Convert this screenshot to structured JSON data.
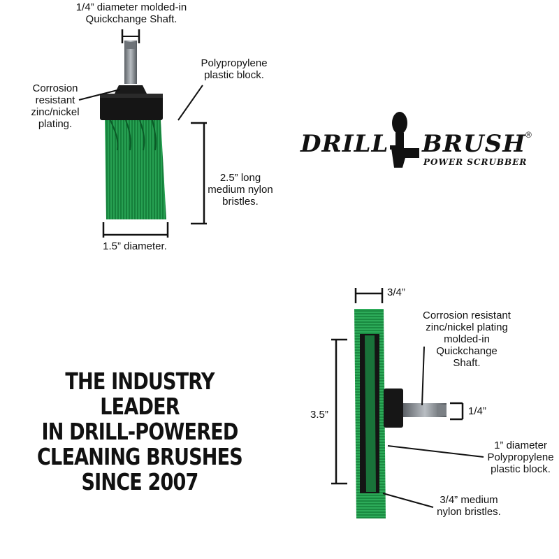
{
  "brush_top": {
    "shaft_label": "1/4” diameter molded-in Quickchange Shaft.",
    "shaft_label_line1": "1/4” diameter molded-in",
    "shaft_label_line2": "Quickchange Shaft.",
    "plating_line1": "Corrosion",
    "plating_line2": "resistant",
    "plating_line3": "zinc/nickel",
    "plating_line4": "plating.",
    "block_line1": "Polypropylene",
    "block_line2": "plastic block.",
    "bristles_line1": "2.5” long",
    "bristles_line2": "medium nylon",
    "bristles_line3": "bristles.",
    "diameter_label": "1.5” diameter."
  },
  "logo": {
    "word1": "DRILL",
    "word2": "BRUSH",
    "tagline": "POWER SCRUBBER",
    "registered": "®"
  },
  "headline": {
    "line1": "THE INDUSTRY LEADER",
    "line2": "IN DRILL-POWERED",
    "line3": "CLEANING BRUSHES",
    "line4": "SINCE 2007"
  },
  "brush_wheel": {
    "width_label": "3/4”",
    "plating_line1": "Corrosion resistant",
    "plating_line2": "zinc/nickel plating",
    "plating_line3": "molded-in",
    "plating_line4": "Quickchange",
    "plating_line5": "Shaft.",
    "shaft_label": "1/4”",
    "height_label": "3.5”",
    "block_line1": "1” diameter",
    "block_line2": "Polypropylene",
    "block_line3": "plastic block.",
    "bristles_line1": "3/4” medium",
    "bristles_line2": "nylon bristles."
  },
  "colors": {
    "bristle_green": "#1f9a4a",
    "bristle_dark": "#0d6a30",
    "block_black": "#141414",
    "shaft_steel": "#8a8f94"
  }
}
